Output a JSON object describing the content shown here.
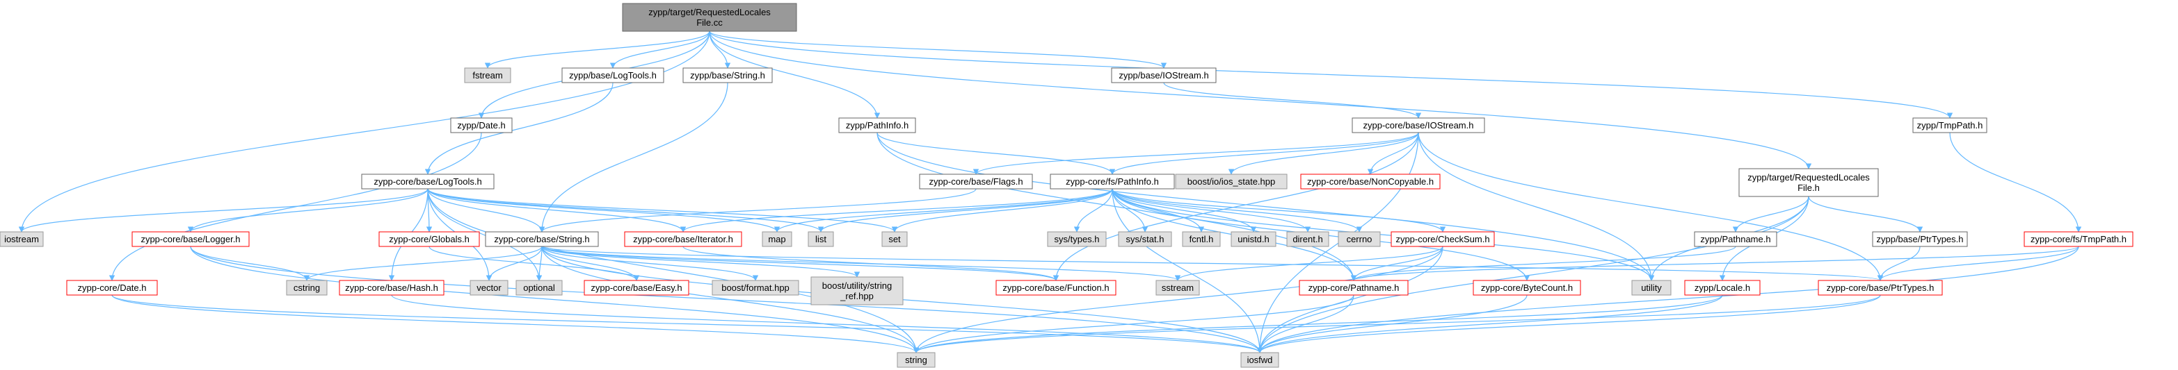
{
  "nodes": [
    {
      "id": "root",
      "label": [
        "zypp/target/RequestedLocales",
        "File.cc"
      ],
      "style": "root"
    },
    {
      "id": "fstream",
      "label": [
        "fstream"
      ],
      "style": "system"
    },
    {
      "id": "log_tools_h",
      "label": [
        "zypp/base/LogTools.h"
      ],
      "style": "normal"
    },
    {
      "id": "string_h",
      "label": [
        "zypp/base/String.h"
      ],
      "style": "normal"
    },
    {
      "id": "iostream_h",
      "label": [
        "zypp/base/IOStream.h"
      ],
      "style": "normal"
    },
    {
      "id": "date_h",
      "label": [
        "zypp/Date.h"
      ],
      "style": "normal"
    },
    {
      "id": "pathinfo_h",
      "label": [
        "zypp/PathInfo.h"
      ],
      "style": "normal"
    },
    {
      "id": "core_iostream_h",
      "label": [
        "zypp-core/base/IOStream.h"
      ],
      "style": "normal"
    },
    {
      "id": "tmppath_h",
      "label": [
        "zypp/TmpPath.h"
      ],
      "style": "normal"
    },
    {
      "id": "core_logtools_h",
      "label": [
        "zypp-core/base/LogTools.h"
      ],
      "style": "normal"
    },
    {
      "id": "core_flags_h",
      "label": [
        "zypp-core/base/Flags.h"
      ],
      "style": "normal"
    },
    {
      "id": "core_pathinfo_h",
      "label": [
        "zypp-core/fs/PathInfo.h"
      ],
      "style": "normal"
    },
    {
      "id": "boost_ios_state",
      "label": [
        "boost/io/ios_state.hpp"
      ],
      "style": "system"
    },
    {
      "id": "core_noncopyable",
      "label": [
        "zypp-core/base/NonCopyable.h"
      ],
      "style": "missing"
    },
    {
      "id": "req_locales_h",
      "label": [
        "zypp/target/RequestedLocales",
        "File.h"
      ],
      "style": "normal"
    },
    {
      "id": "iostream",
      "label": [
        "iostream"
      ],
      "style": "system"
    },
    {
      "id": "core_logger_h",
      "label": [
        "zypp-core/base/Logger.h"
      ],
      "style": "missing"
    },
    {
      "id": "core_globals_h",
      "label": [
        "zypp-core/Globals.h"
      ],
      "style": "missing"
    },
    {
      "id": "core_string_h",
      "label": [
        "zypp-core/base/String.h"
      ],
      "style": "normal"
    },
    {
      "id": "core_iterator_h",
      "label": [
        "zypp-core/base/Iterator.h"
      ],
      "style": "missing"
    },
    {
      "id": "map",
      "label": [
        "map"
      ],
      "style": "system"
    },
    {
      "id": "list",
      "label": [
        "list"
      ],
      "style": "system"
    },
    {
      "id": "set",
      "label": [
        "set"
      ],
      "style": "system"
    },
    {
      "id": "sys_types",
      "label": [
        "sys/types.h"
      ],
      "style": "system"
    },
    {
      "id": "sys_stat",
      "label": [
        "sys/stat.h"
      ],
      "style": "system"
    },
    {
      "id": "fcntl",
      "label": [
        "fcntl.h"
      ],
      "style": "system"
    },
    {
      "id": "unistd",
      "label": [
        "unistd.h"
      ],
      "style": "system"
    },
    {
      "id": "dirent",
      "label": [
        "dirent.h"
      ],
      "style": "system"
    },
    {
      "id": "cerrno",
      "label": [
        "cerrno"
      ],
      "style": "system"
    },
    {
      "id": "core_checksum_h",
      "label": [
        "zypp-core/CheckSum.h"
      ],
      "style": "missing"
    },
    {
      "id": "pathname_h",
      "label": [
        "zypp/Pathname.h"
      ],
      "style": "normal"
    },
    {
      "id": "ptrtypes_h",
      "label": [
        "zypp/base/PtrTypes.h"
      ],
      "style": "normal"
    },
    {
      "id": "core_tmppath_h",
      "label": [
        "zypp-core/fs/TmpPath.h"
      ],
      "style": "missing"
    },
    {
      "id": "core_date_h",
      "label": [
        "zypp-core/Date.h"
      ],
      "style": "missing"
    },
    {
      "id": "cstring",
      "label": [
        "cstring"
      ],
      "style": "system"
    },
    {
      "id": "core_hash_h",
      "label": [
        "zypp-core/base/Hash.h"
      ],
      "style": "missing"
    },
    {
      "id": "vector",
      "label": [
        "vector"
      ],
      "style": "system"
    },
    {
      "id": "optional",
      "label": [
        "optional"
      ],
      "style": "system"
    },
    {
      "id": "core_easy_h",
      "label": [
        "zypp-core/base/Easy.h"
      ],
      "style": "missing"
    },
    {
      "id": "boost_format",
      "label": [
        "boost/format.hpp"
      ],
      "style": "system"
    },
    {
      "id": "boost_string_ref",
      "label": [
        "boost/utility/string",
        "_ref.hpp"
      ],
      "style": "system"
    },
    {
      "id": "core_function_h",
      "label": [
        "zypp-core/base/Function.h"
      ],
      "style": "missing"
    },
    {
      "id": "sstream",
      "label": [
        "sstream"
      ],
      "style": "system"
    },
    {
      "id": "core_pathname_h",
      "label": [
        "zypp-core/Pathname.h"
      ],
      "style": "missing"
    },
    {
      "id": "core_bytecount_h",
      "label": [
        "zypp-core/ByteCount.h"
      ],
      "style": "missing"
    },
    {
      "id": "utility",
      "label": [
        "utility"
      ],
      "style": "system"
    },
    {
      "id": "locale_h",
      "label": [
        "zypp/Locale.h"
      ],
      "style": "missing"
    },
    {
      "id": "core_ptrtypes_h",
      "label": [
        "zypp-core/base/PtrTypes.h"
      ],
      "style": "missing"
    },
    {
      "id": "string",
      "label": [
        "string"
      ],
      "style": "system"
    },
    {
      "id": "iosfwd",
      "label": [
        "iosfwd"
      ],
      "style": "system"
    }
  ],
  "edges": [
    [
      "root",
      "fstream"
    ],
    [
      "root",
      "log_tools_h"
    ],
    [
      "root",
      "string_h"
    ],
    [
      "root",
      "iostream_h"
    ],
    [
      "root",
      "date_h"
    ],
    [
      "root",
      "pathinfo_h"
    ],
    [
      "root",
      "tmppath_h"
    ],
    [
      "root",
      "req_locales_h"
    ],
    [
      "root",
      "iostream"
    ],
    [
      "log_tools_h",
      "core_logtools_h"
    ],
    [
      "string_h",
      "core_string_h"
    ],
    [
      "iostream_h",
      "core_iostream_h"
    ],
    [
      "date_h",
      "core_date_h"
    ],
    [
      "pathinfo_h",
      "core_pathinfo_h"
    ],
    [
      "pathinfo_h",
      "core_pathname_h"
    ],
    [
      "pathinfo_h",
      "utility"
    ],
    [
      "core_iostream_h",
      "core_flags_h"
    ],
    [
      "core_iostream_h",
      "core_pathinfo_h"
    ],
    [
      "core_iostream_h",
      "boost_ios_state"
    ],
    [
      "core_iostream_h",
      "core_noncopyable"
    ],
    [
      "core_iostream_h",
      "core_ptrtypes_h"
    ],
    [
      "core_iostream_h",
      "core_function_h"
    ],
    [
      "core_iostream_h",
      "utility"
    ],
    [
      "core_iostream_h",
      "iosfwd"
    ],
    [
      "tmppath_h",
      "core_tmppath_h"
    ],
    [
      "core_logtools_h",
      "iostream"
    ],
    [
      "core_logtools_h",
      "core_logger_h"
    ],
    [
      "core_logtools_h",
      "core_globals_h"
    ],
    [
      "core_logtools_h",
      "core_string_h"
    ],
    [
      "core_logtools_h",
      "core_iterator_h"
    ],
    [
      "core_logtools_h",
      "map"
    ],
    [
      "core_logtools_h",
      "list"
    ],
    [
      "core_logtools_h",
      "set"
    ],
    [
      "core_logtools_h",
      "core_hash_h"
    ],
    [
      "core_logtools_h",
      "vector"
    ],
    [
      "core_logtools_h",
      "optional"
    ],
    [
      "core_logtools_h",
      "string"
    ],
    [
      "core_flags_h",
      "core_string_h"
    ],
    [
      "core_pathinfo_h",
      "core_iterator_h"
    ],
    [
      "core_pathinfo_h",
      "map"
    ],
    [
      "core_pathinfo_h",
      "list"
    ],
    [
      "core_pathinfo_h",
      "set"
    ],
    [
      "core_pathinfo_h",
      "sys_types"
    ],
    [
      "core_pathinfo_h",
      "sys_stat"
    ],
    [
      "core_pathinfo_h",
      "fcntl"
    ],
    [
      "core_pathinfo_h",
      "unistd"
    ],
    [
      "core_pathinfo_h",
      "dirent"
    ],
    [
      "core_pathinfo_h",
      "cerrno"
    ],
    [
      "core_pathinfo_h",
      "core_checksum_h"
    ],
    [
      "core_pathinfo_h",
      "core_bytecount_h"
    ],
    [
      "core_pathinfo_h",
      "core_pathname_h"
    ],
    [
      "core_pathinfo_h",
      "iosfwd"
    ],
    [
      "core_pathinfo_h",
      "utility"
    ],
    [
      "req_locales_h",
      "pathname_h"
    ],
    [
      "req_locales_h",
      "ptrtypes_h"
    ],
    [
      "req_locales_h",
      "locale_h"
    ],
    [
      "req_locales_h",
      "utility"
    ],
    [
      "req_locales_h",
      "iosfwd"
    ],
    [
      "core_logger_h",
      "cstring"
    ],
    [
      "core_logger_h",
      "string"
    ],
    [
      "core_logger_h",
      "iosfwd"
    ],
    [
      "core_globals_h",
      "core_easy_h"
    ],
    [
      "core_string_h",
      "cstring"
    ],
    [
      "core_string_h",
      "vector"
    ],
    [
      "core_string_h",
      "optional"
    ],
    [
      "core_string_h",
      "core_easy_h"
    ],
    [
      "core_string_h",
      "boost_format"
    ],
    [
      "core_string_h",
      "boost_string_ref"
    ],
    [
      "core_string_h",
      "core_function_h"
    ],
    [
      "core_string_h",
      "sstream"
    ],
    [
      "core_string_h",
      "string"
    ],
    [
      "core_string_h",
      "iosfwd"
    ],
    [
      "core_string_h",
      "core_ptrtypes_h"
    ],
    [
      "core_iterator_h",
      "core_function_h"
    ],
    [
      "core_checksum_h",
      "string"
    ],
    [
      "core_checksum_h",
      "sstream"
    ],
    [
      "core_checksum_h",
      "core_pathname_h"
    ],
    [
      "core_checksum_h",
      "iosfwd"
    ],
    [
      "pathname_h",
      "core_pathname_h"
    ],
    [
      "ptrtypes_h",
      "core_ptrtypes_h"
    ],
    [
      "core_tmppath_h",
      "core_pathname_h"
    ],
    [
      "core_tmppath_h",
      "core_ptrtypes_h"
    ],
    [
      "core_tmppath_h",
      "iosfwd"
    ],
    [
      "core_date_h",
      "string"
    ],
    [
      "core_date_h",
      "iosfwd"
    ],
    [
      "core_hash_h",
      "iosfwd"
    ],
    [
      "core_pathname_h",
      "string"
    ],
    [
      "core_pathname_h",
      "iosfwd"
    ],
    [
      "core_bytecount_h",
      "iosfwd"
    ],
    [
      "locale_h",
      "string"
    ],
    [
      "locale_h",
      "iosfwd"
    ],
    [
      "core_ptrtypes_h",
      "string"
    ],
    [
      "core_ptrtypes_h",
      "iosfwd"
    ]
  ],
  "colors": {
    "edge": "#63b8ff",
    "root_fill": "#999999",
    "system_fill": "#e0e0e0",
    "system_stroke": "#999999",
    "normal_fill": "#ffffff",
    "normal_stroke": "#666666",
    "missing_stroke": "#ff0000"
  }
}
